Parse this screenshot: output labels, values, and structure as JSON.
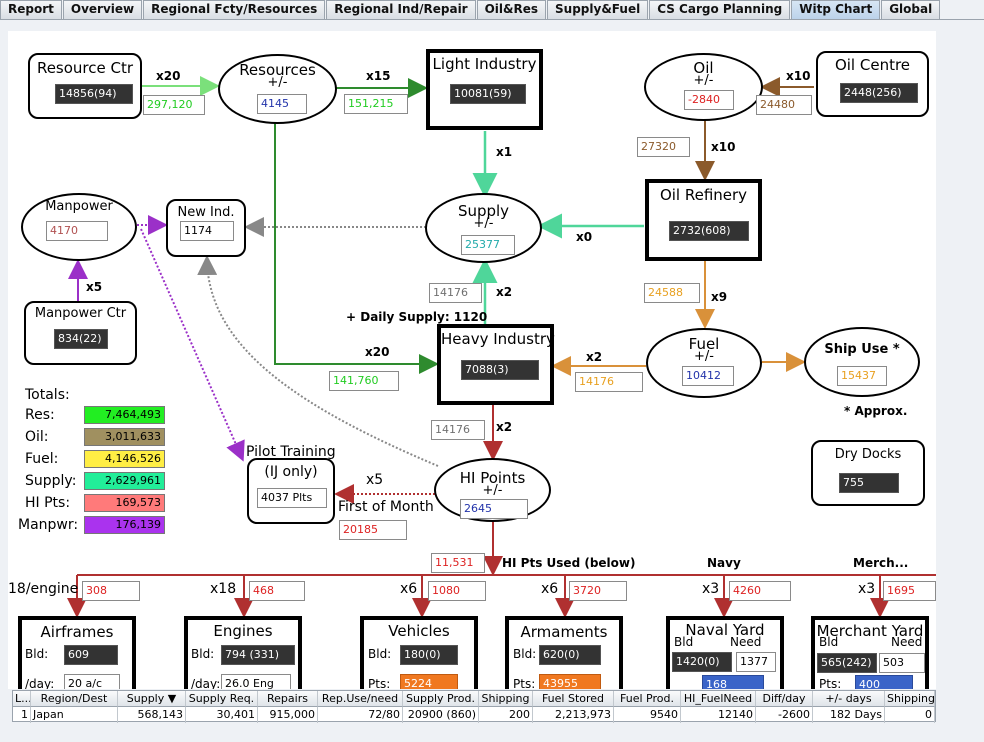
{
  "tabs": [
    {
      "label": "Report"
    },
    {
      "label": "Overview"
    },
    {
      "label": "Regional Fcty/Resources"
    },
    {
      "label": "Regional Ind/Repair"
    },
    {
      "label": "Oil&Res"
    },
    {
      "label": "Supply&Fuel"
    },
    {
      "label": "CS Cargo Planning"
    },
    {
      "label": "Witp Chart"
    },
    {
      "label": "Global"
    }
  ],
  "active_tab": "Witp Chart",
  "nodes": {
    "resource_ctr": {
      "title": "Resource Ctr",
      "value": "14856(94)"
    },
    "resources": {
      "title": "Resources",
      "sub": "+/-",
      "value": "4145"
    },
    "light_industry": {
      "title": "Light Industry",
      "value": "10081(59)"
    },
    "oil": {
      "title": "Oil",
      "sub": "+/-",
      "value": "-2840"
    },
    "oil_centre": {
      "title": "Oil Centre",
      "value": "2448(256)"
    },
    "manpower": {
      "title": "Manpower",
      "value": "4170"
    },
    "new_ind": {
      "title": "New Ind.",
      "value": "1174"
    },
    "supply": {
      "title": "Supply",
      "sub": "+/-",
      "value": "25377"
    },
    "oil_refinery": {
      "title": "Oil Refinery",
      "value": "2732(608)"
    },
    "manpower_ctr": {
      "title": "Manpower Ctr",
      "value": "834(22)"
    },
    "heavy_industry": {
      "title": "Heavy Industry",
      "value": "7088(3)"
    },
    "fuel": {
      "title": "Fuel",
      "sub": "+/-",
      "value": "10412"
    },
    "ship_use": {
      "title": "Ship Use *",
      "value": "15437"
    },
    "dry_docks": {
      "title": "Dry Docks",
      "value": "755"
    },
    "pilot_training": {
      "title": "Pilot Training",
      "sub": "(IJ only)",
      "value": "4037 Plts"
    },
    "hi_points": {
      "title": "HI Points",
      "sub": "+/-",
      "value": "2645"
    }
  },
  "flows": {
    "res_ctr_to_resources": {
      "mult": "x20",
      "value": "297,120"
    },
    "resources_to_light": {
      "mult": "x15",
      "value": "151,215"
    },
    "light_to_supply": {
      "mult": "x1"
    },
    "oil_centre_to_oil": {
      "mult": "x10",
      "value": "24480"
    },
    "oil_to_refinery": {
      "mult": "x10",
      "value": "27320"
    },
    "refinery_to_supply": {
      "mult": "x0"
    },
    "refinery_to_fuel": {
      "mult": "x9",
      "value": "24588"
    },
    "heavy_to_supply": {
      "mult": "x2",
      "value": "14176"
    },
    "daily_supply": "+ Daily Supply: 1120",
    "resources_to_heavy": {
      "mult": "x20",
      "value": "141,760"
    },
    "fuel_to_heavy": {
      "mult": "x2",
      "value": "14176"
    },
    "heavy_to_hi": {
      "mult": "x2",
      "value": "14176"
    },
    "manpower_ctr_to_manpower": {
      "mult": "x5"
    },
    "hi_to_pilot": {
      "mult": "x5",
      "label": "First of Month",
      "value": "20185"
    },
    "hi_used": {
      "label": "HI Pts Used (below)",
      "value": "11,531"
    },
    "approx": "* Approx."
  },
  "totals": {
    "title": "Totals:",
    "rows": [
      {
        "label": "Res:",
        "value": "7,464,493",
        "color": "#22ee22"
      },
      {
        "label": "Oil:",
        "value": "3,011,633",
        "color": "#a09060"
      },
      {
        "label": "Fuel:",
        "value": "4,146,526",
        "color": "#ffee44"
      },
      {
        "label": "Supply:",
        "value": "2,629,961",
        "color": "#22ee99"
      },
      {
        "label": "HI Pts:",
        "value": "169,573",
        "color": "#ff7a7a"
      },
      {
        "label": "Manpwr:",
        "value": "176,139",
        "color": "#aa33ee"
      }
    ]
  },
  "production": {
    "header_navy": "Navy",
    "header_merch": "Merch...",
    "branches": [
      {
        "mult": "18/engine",
        "value": "308"
      },
      {
        "mult": "x18",
        "value": "468"
      },
      {
        "mult": "x6",
        "value": "1080"
      },
      {
        "mult": "x6",
        "value": "3720"
      },
      {
        "mult": "x3",
        "value": "4260"
      },
      {
        "mult": "x3",
        "value": "1695"
      }
    ],
    "boxes": {
      "airframes": {
        "title": "Airframes",
        "bld_label": "Bld:",
        "bld": "609",
        "day_label": "/day:",
        "day": "20 a/c"
      },
      "engines": {
        "title": "Engines",
        "bld_label": "Bld:",
        "bld": "794 (331)",
        "day_label": "/day:",
        "day": "26.0 Eng"
      },
      "vehicles": {
        "title": "Vehicles",
        "bld_label": "Bld:",
        "bld": "180(0)",
        "pts_label": "Pts:",
        "pts": "5224"
      },
      "armaments": {
        "title": "Armaments",
        "bld_label": "Bld:",
        "bld": "620(0)",
        "pts_label": "Pts:",
        "pts": "43955"
      },
      "naval_yard": {
        "title": "Naval Yard",
        "bld_label": "Bld",
        "need_label": "Need",
        "bld": "1420(0)",
        "need": "1377",
        "pts": "168"
      },
      "merchant_yard": {
        "title": "Merchant Yard",
        "bld_label": "Bld",
        "need_label": "Need",
        "bld": "565(242)",
        "need": "503",
        "pts_label": "Pts:",
        "pts": "400"
      }
    }
  },
  "table": {
    "headers": [
      "L...",
      "Region/Dest",
      "Supply ▼",
      "Supply Req.",
      "Repairs",
      "Rep.Use/need",
      "Supply Prod.",
      "Shipping",
      "Fuel Stored",
      "Fuel Prod.",
      "HI_FuelNeed",
      "Diff/day",
      "+/- days",
      "Shipping"
    ],
    "rows": [
      [
        "1",
        "Japan",
        "568,143",
        "30,401",
        "915,000",
        "72/80",
        "20900 (860)",
        "200",
        "2,213,973",
        "9540",
        "12140",
        "-2600",
        "182 Days",
        "0"
      ]
    ]
  }
}
